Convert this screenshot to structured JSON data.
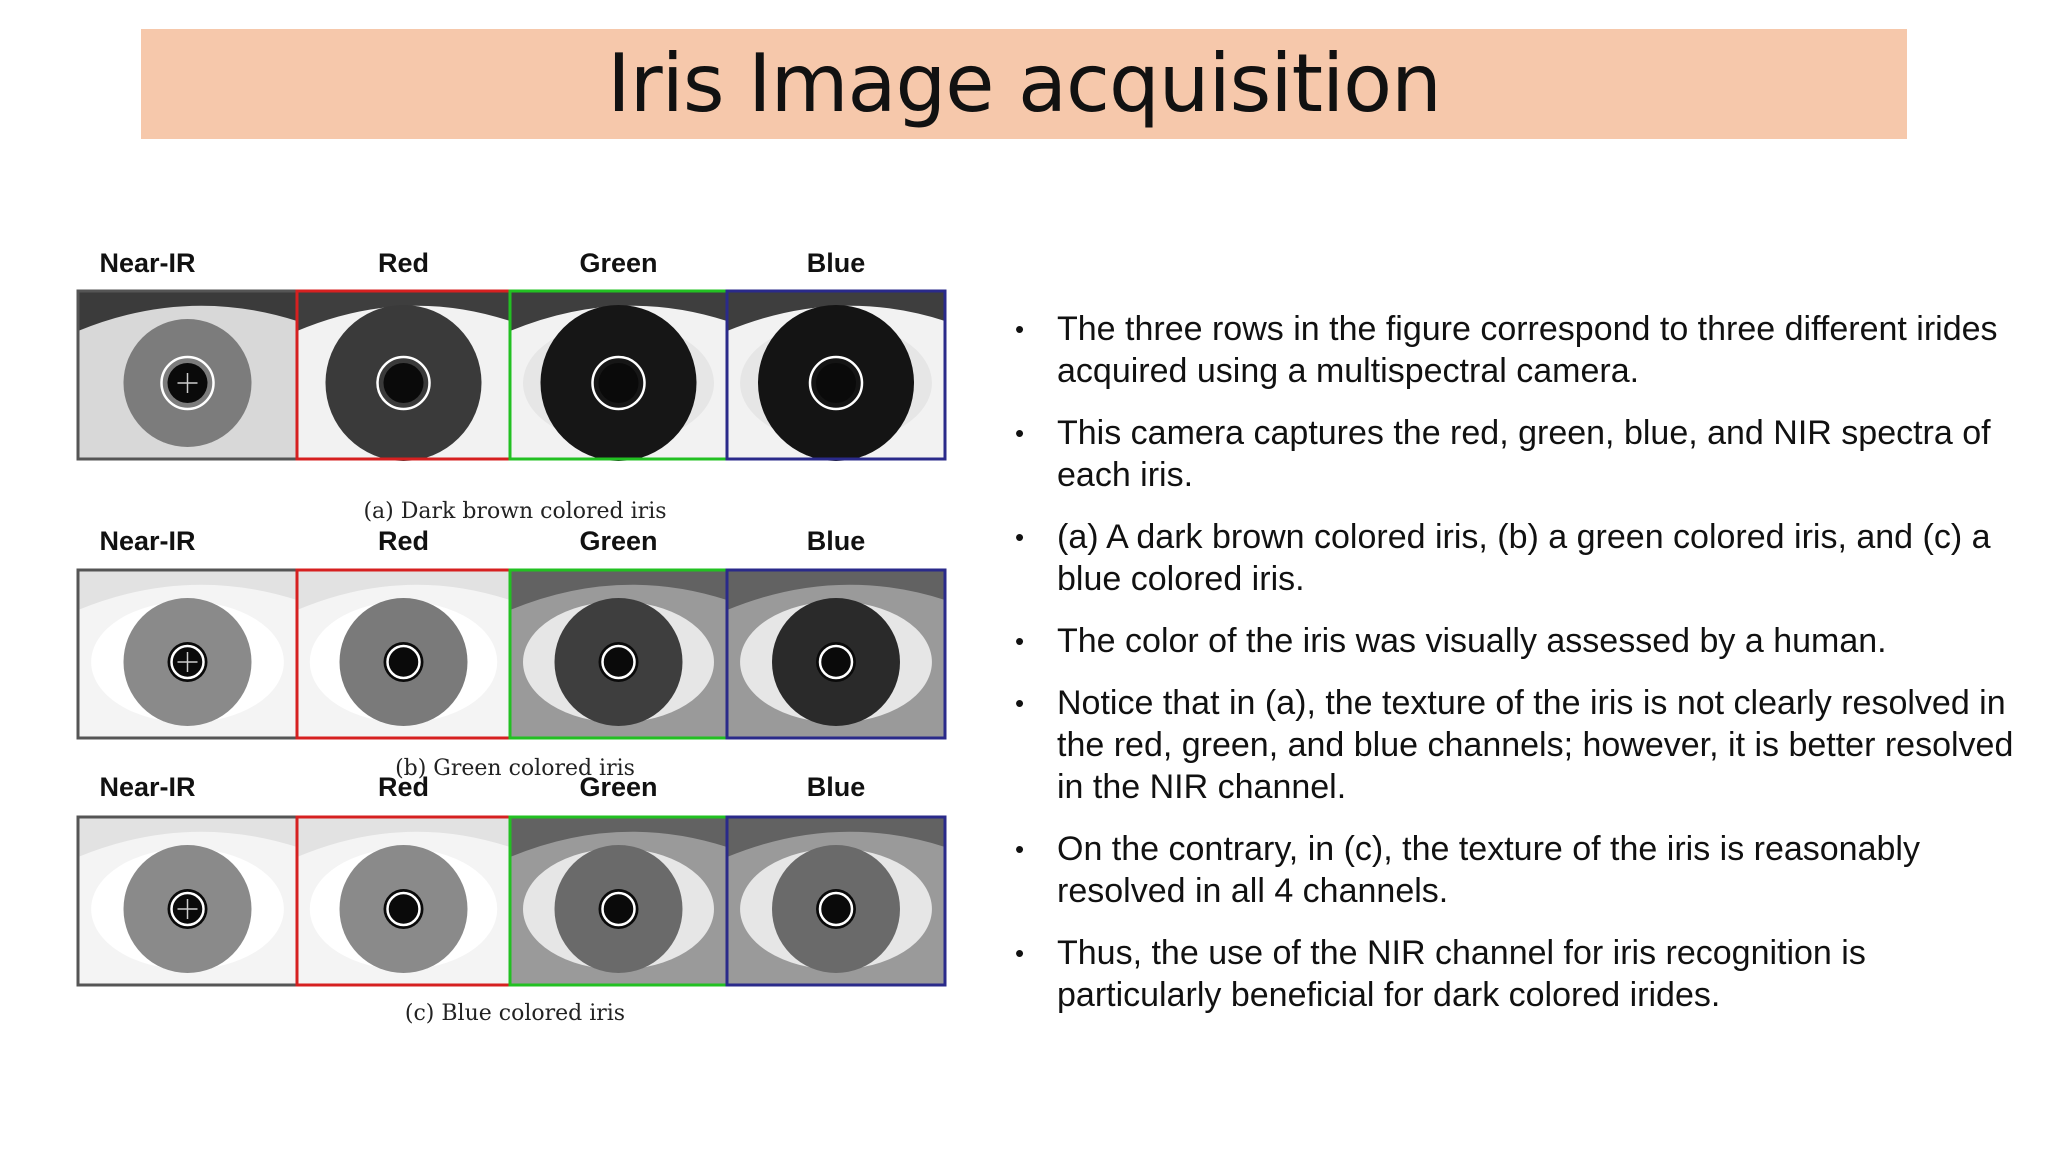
{
  "title": "Iris Image acquisition",
  "figure": {
    "columns": [
      "Near-IR",
      "Red",
      "Green",
      "Blue"
    ],
    "frame_colors": [
      "#555555",
      "#d62020",
      "#22c022",
      "#2a2a8a"
    ],
    "rows": [
      {
        "caption": "(a) Dark brown colored iris",
        "iris_shades": [
          "#7c7c7c",
          "#3a3a3a",
          "#161616",
          "#141414"
        ]
      },
      {
        "caption": "(b) Green colored iris",
        "iris_shades": [
          "#8a8a8a",
          "#7a7a7a",
          "#3e3e3e",
          "#2a2a2a"
        ]
      },
      {
        "caption": "(c) Blue colored iris",
        "iris_shades": [
          "#8a8a8a",
          "#8a8a8a",
          "#6a6a6a",
          "#6a6a6a"
        ]
      }
    ]
  },
  "bullets": [
    "The three rows in the figure correspond to three different irides acquired using a multispectral camera.",
    " This camera captures the red, green, blue, and NIR spectra of each iris.",
    "(a) A dark brown colored iris, (b) a green colored iris, and (c) a blue colored iris.",
    "The color of the iris was visually assessed by a human.",
    "Notice that in (a), the texture of the iris is not clearly resolved in the red, green, and blue channels; however, it is better resolved in the NIR channel.",
    "On the contrary, in (c), the texture of the iris is reasonably resolved in all 4 channels.",
    "Thus, the use of the NIR channel for iris recognition is particularly beneficial for dark colored irides."
  ]
}
